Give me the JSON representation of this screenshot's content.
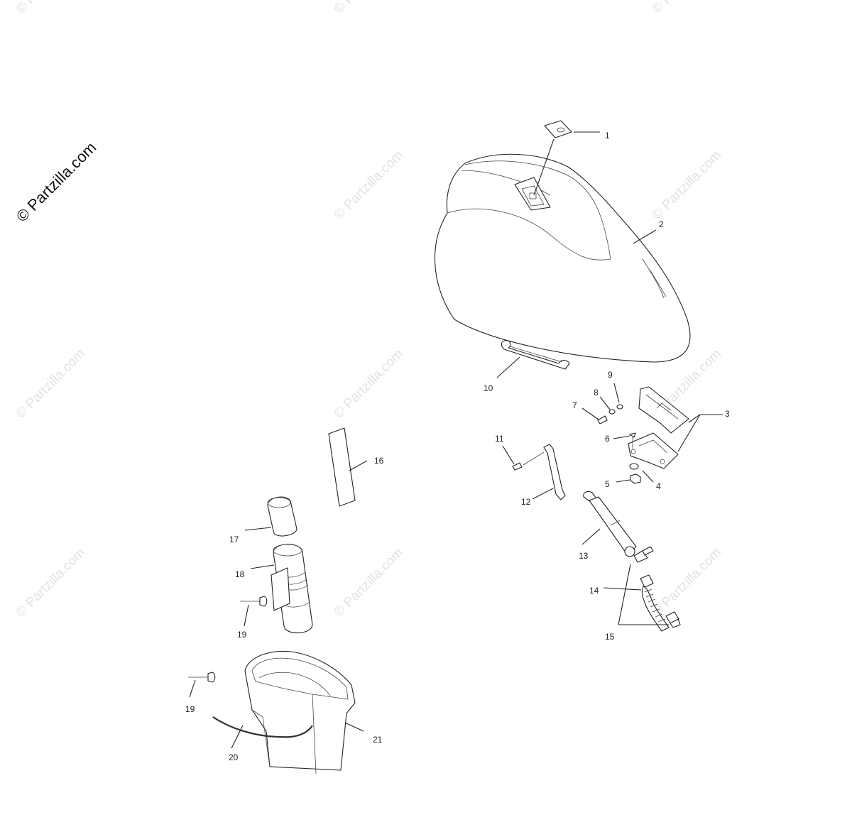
{
  "copyright": "© Partzilla.com",
  "watermark": "© Partzilla.com",
  "callouts": {
    "c1": "1",
    "c2": "2",
    "c3": "3",
    "c4": "4",
    "c5": "5",
    "c6": "6",
    "c7": "7",
    "c8": "8",
    "c9": "9",
    "c10": "10",
    "c11": "11",
    "c12": "12",
    "c13": "13",
    "c14": "14",
    "c15": "15",
    "c16": "16",
    "c17": "17",
    "c18": "18",
    "c19a": "19",
    "c19b": "19",
    "c20": "20",
    "c21": "21"
  }
}
